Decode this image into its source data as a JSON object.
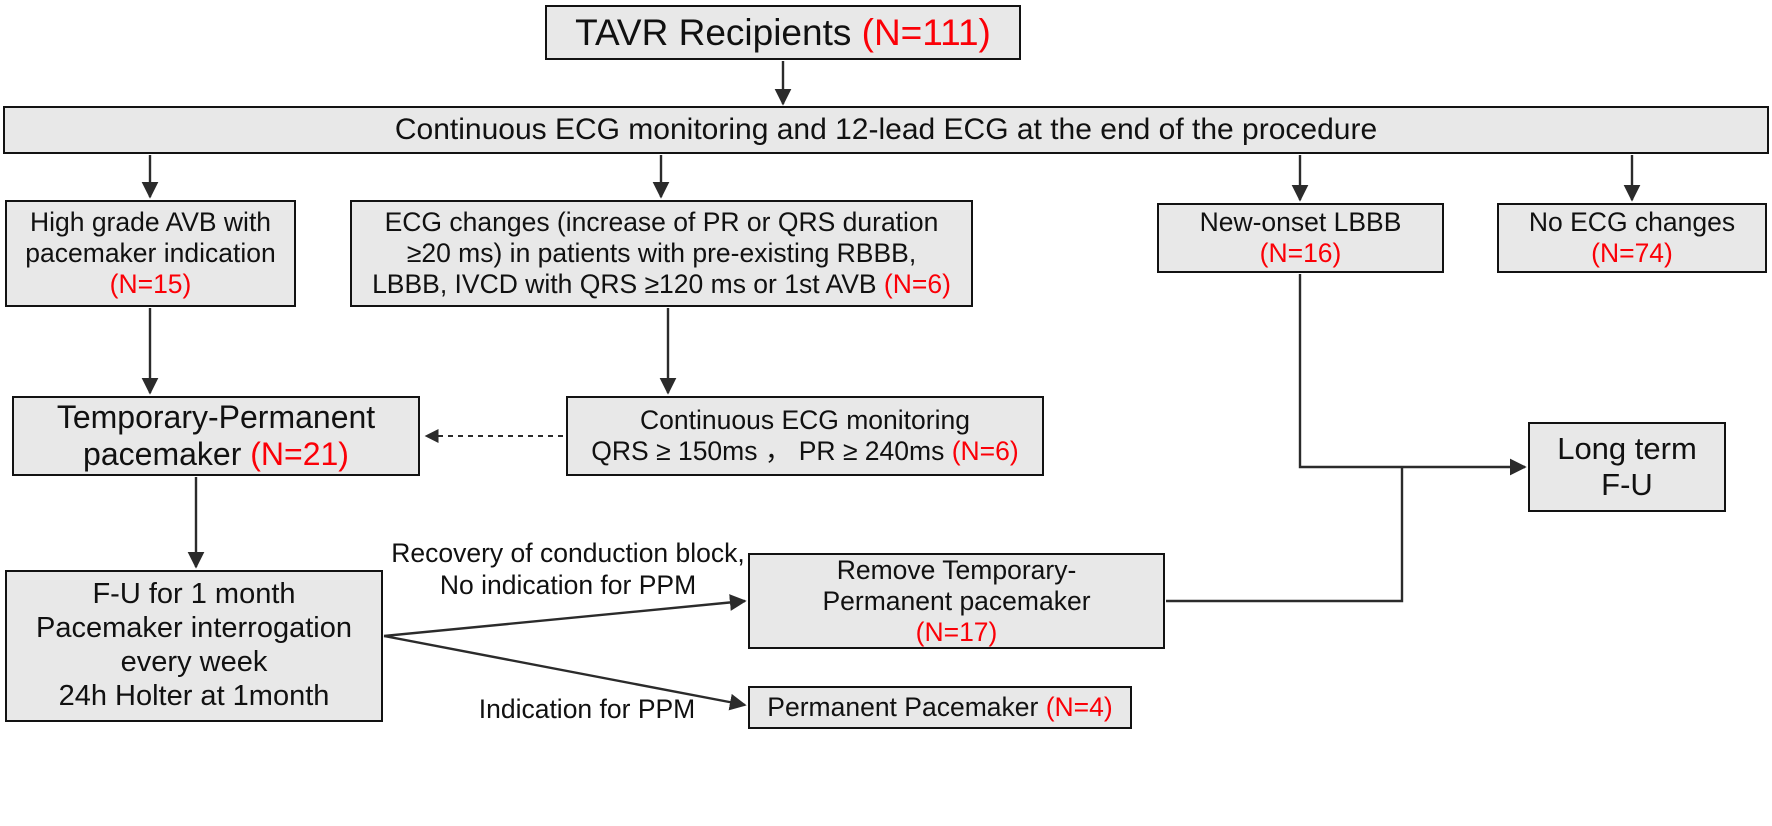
{
  "diagram": {
    "title": "TAVR conduction-disturbance management flowchart",
    "accent_red": "#fb0007",
    "node_fill": "#e8e8e8",
    "node_border": "#121212"
  },
  "nodes": {
    "tavr": {
      "line1": "TAVR Recipients ",
      "count": "(N=111)"
    },
    "monitor": {
      "line1": "Continuous ECG monitoring and 12-lead ECG at the end of the procedure"
    },
    "avb": {
      "line1": "High grade AVB with",
      "line2": "pacemaker indication",
      "count": "(N=15)"
    },
    "ecg_changes": {
      "line1": "ECG changes (increase of PR or QRS duration",
      "line2": "≥20 ms) in patients with pre-existing RBBB,",
      "line3": "LBBB, IVCD with QRS ≥120 ms or 1st AVB ",
      "count": "(N=6)"
    },
    "lbbb": {
      "line1": "New-onset LBBB",
      "count": "(N=16)"
    },
    "no_ecg": {
      "line1": "No ECG changes",
      "count": "(N=74)"
    },
    "tpm": {
      "line1": "Temporary-Permanent",
      "line2": "pacemaker ",
      "count": "(N=21)"
    },
    "cont_monitor": {
      "line1": "Continuous  ECG monitoring",
      "line2": "QRS ≥ 150ms ， PR ≥ 240ms ",
      "count": "(N=6)"
    },
    "long_term": {
      "line1": "Long term",
      "line2": "F-U"
    },
    "fu_one_month": {
      "line1": "F-U for 1 month",
      "line2": "Pacemaker interrogation",
      "line3": "every week",
      "line4": "24h Holter at 1month"
    },
    "remove_tpm": {
      "line1": "Remove Temporary-",
      "line2": "Permanent pacemaker",
      "count": "(N=17)"
    },
    "permanent_pm": {
      "line1": "Permanent Pacemaker ",
      "count": "(N=4)"
    }
  },
  "edge_labels": {
    "recovery": {
      "line1": "Recovery of conduction block,",
      "line2": "No indication for PPM"
    },
    "indication": {
      "line1": "Indication for PPM"
    }
  },
  "chart_data": {
    "type": "diagram",
    "title": "TAVR Recipients conduction disturbance flow",
    "root_total": 111,
    "branches": [
      {
        "label": "High grade AVB with pacemaker indication",
        "n": 15
      },
      {
        "label": "ECG changes (increase of PR or QRS duration ≥20 ms) in patients with pre-existing RBBB, LBBB, IVCD with QRS ≥120 ms or 1st AVB",
        "n": 6
      },
      {
        "label": "New-onset LBBB",
        "n": 16
      },
      {
        "label": "No ECG changes",
        "n": 74
      }
    ],
    "outcomes": [
      {
        "label": "Temporary-Permanent pacemaker",
        "n": 21
      },
      {
        "label": "Continuous ECG monitoring QRS ≥ 150ms, PR ≥ 240ms",
        "n": 6
      },
      {
        "label": "Remove Temporary-Permanent pacemaker",
        "n": 17
      },
      {
        "label": "Permanent Pacemaker",
        "n": 4
      }
    ]
  }
}
